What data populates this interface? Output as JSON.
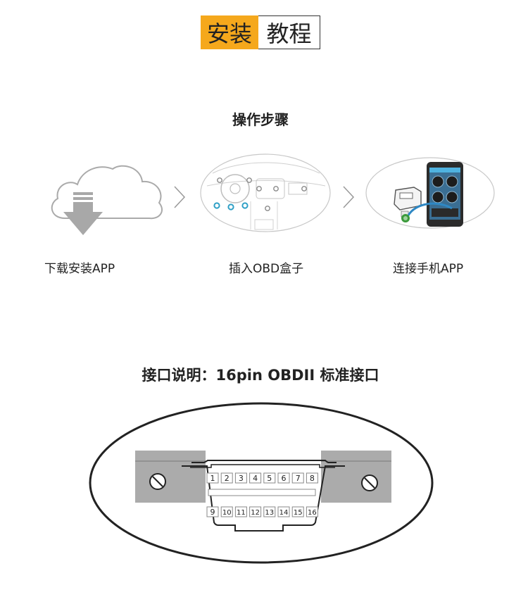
{
  "title": {
    "part1": "安装",
    "part2": "教程"
  },
  "steps_heading": "操作步骤",
  "steps": [
    {
      "caption": "下载安装APP",
      "icon": "cloud-download-icon"
    },
    {
      "caption": "插入OBD盒子",
      "icon": "car-dashboard-icon"
    },
    {
      "caption": "连接手机APP",
      "icon": "phone-obd-icon"
    }
  ],
  "step_separator": "chevron-right-icon",
  "port": {
    "heading": "接口说明：16pin OBDII 标准接口",
    "pins_top": [
      "1",
      "2",
      "3",
      "4",
      "5",
      "6",
      "7",
      "8"
    ],
    "pins_bottom": [
      "9",
      "10",
      "11",
      "12",
      "13",
      "14",
      "15",
      "16"
    ]
  },
  "colors": {
    "accent": "#f5a81c",
    "gray_fill": "#aaaaaa",
    "line": "#222222"
  }
}
